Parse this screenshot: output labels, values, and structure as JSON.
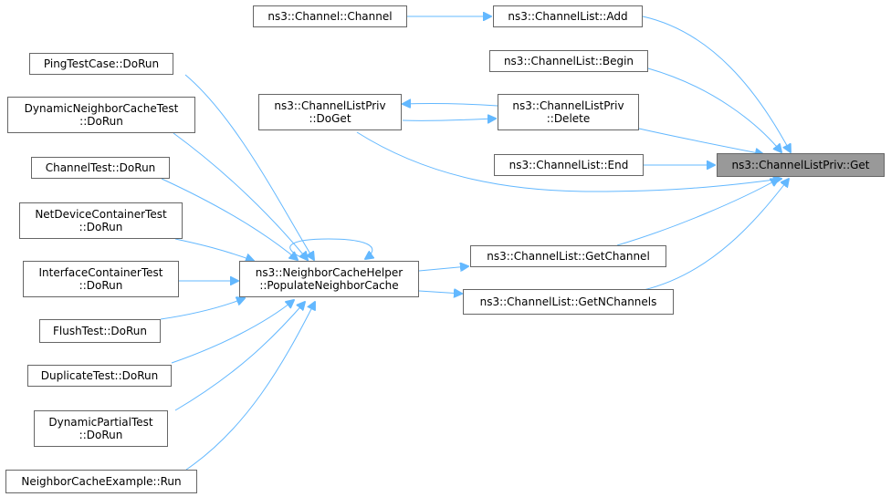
{
  "colors": {
    "edge": "#63b8ff",
    "node_border": "#666666",
    "root_fill": "#999999"
  },
  "nodes": {
    "get": {
      "lines": [
        "ns3::ChannelListPriv::Get"
      ],
      "root": true
    },
    "add": {
      "lines": [
        "ns3::ChannelList::Add"
      ]
    },
    "channel": {
      "lines": [
        "ns3::Channel::Channel"
      ]
    },
    "begin": {
      "lines": [
        "ns3::ChannelList::Begin"
      ]
    },
    "delete": {
      "lines": [
        "ns3::ChannelListPriv",
        "::Delete"
      ]
    },
    "doget": {
      "lines": [
        "ns3::ChannelListPriv",
        "::DoGet"
      ]
    },
    "end": {
      "lines": [
        "ns3::ChannelList::End"
      ]
    },
    "getchannel": {
      "lines": [
        "ns3::ChannelList::GetChannel"
      ]
    },
    "getn": {
      "lines": [
        "ns3::ChannelList::GetNChannels"
      ]
    },
    "populate": {
      "lines": [
        "ns3::NeighborCacheHelper",
        "::PopulateNeighborCache"
      ]
    },
    "ping": {
      "lines": [
        "PingTestCase::DoRun"
      ]
    },
    "dyncache": {
      "lines": [
        "DynamicNeighborCacheTest",
        "::DoRun"
      ]
    },
    "chantest": {
      "lines": [
        "ChannelTest::DoRun"
      ]
    },
    "netdev": {
      "lines": [
        "NetDeviceContainerTest",
        "::DoRun"
      ]
    },
    "iface": {
      "lines": [
        "InterfaceContainerTest",
        "::DoRun"
      ]
    },
    "flush": {
      "lines": [
        "FlushTest::DoRun"
      ]
    },
    "dup": {
      "lines": [
        "DuplicateTest::DoRun"
      ]
    },
    "dynpart": {
      "lines": [
        "DynamicPartialTest",
        "::DoRun"
      ]
    },
    "example": {
      "lines": [
        "NeighborCacheExample::Run"
      ]
    }
  }
}
